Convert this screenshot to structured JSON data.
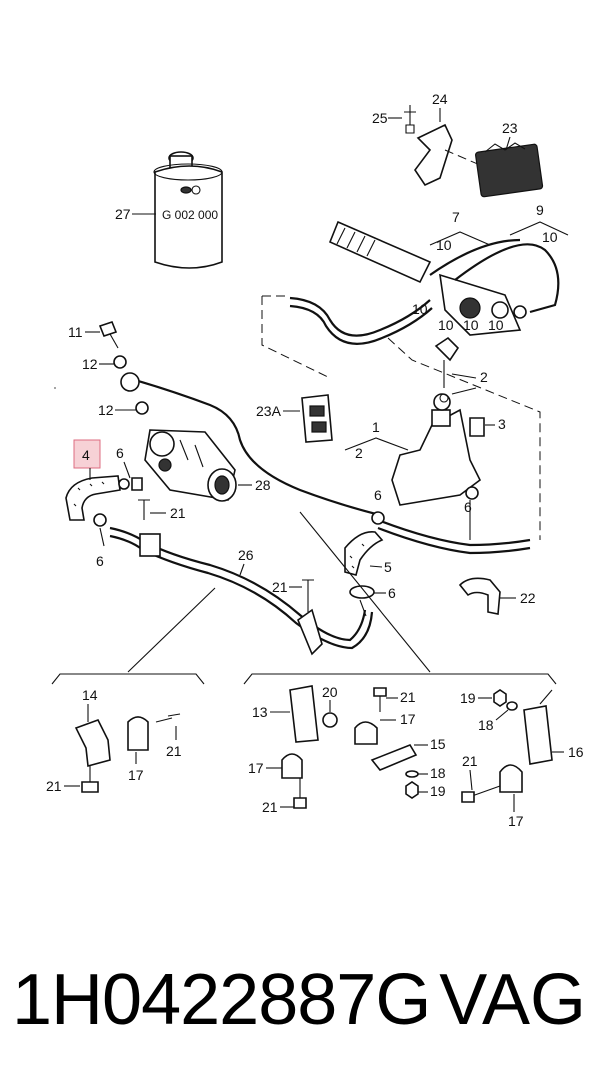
{
  "diagram": {
    "callouts": {
      "c1": "1",
      "c2a": "2",
      "c2b": "2",
      "c3": "3",
      "c4": "4",
      "c5": "5",
      "c6a": "6",
      "c6b": "6",
      "c6c": "6",
      "c6d": "6",
      "c7": "7",
      "c9": "9",
      "c10a": "10",
      "c10b": "10",
      "c10c": "10",
      "c10d": "10",
      "c11": "11",
      "c12a": "12",
      "c12b": "12",
      "c13": "13",
      "c14": "14",
      "c15": "15",
      "c16": "16",
      "c17a": "17",
      "c17b": "17",
      "c17c": "17",
      "c17d": "17",
      "c18a": "18",
      "c18b": "18",
      "c19a": "19",
      "c19b": "19",
      "c20": "20",
      "c21a": "21",
      "c21b": "21",
      "c21c": "21",
      "c21d": "21",
      "c21e": "21",
      "c21f": "21",
      "c21g": "21",
      "c22": "22",
      "c23": "23",
      "c23A": "23A",
      "c24": "24",
      "c25": "25",
      "c26": "26",
      "c27": "27",
      "c28": "28"
    },
    "can_label": "G 002 000",
    "highlighted_part": "4"
  },
  "footer": {
    "part_number": "1H0422887G",
    "brand": "VAG"
  },
  "colors": {
    "highlight_fill": "#f6c9cf",
    "highlight_stroke": "#d9536a",
    "ink": "#111111"
  }
}
